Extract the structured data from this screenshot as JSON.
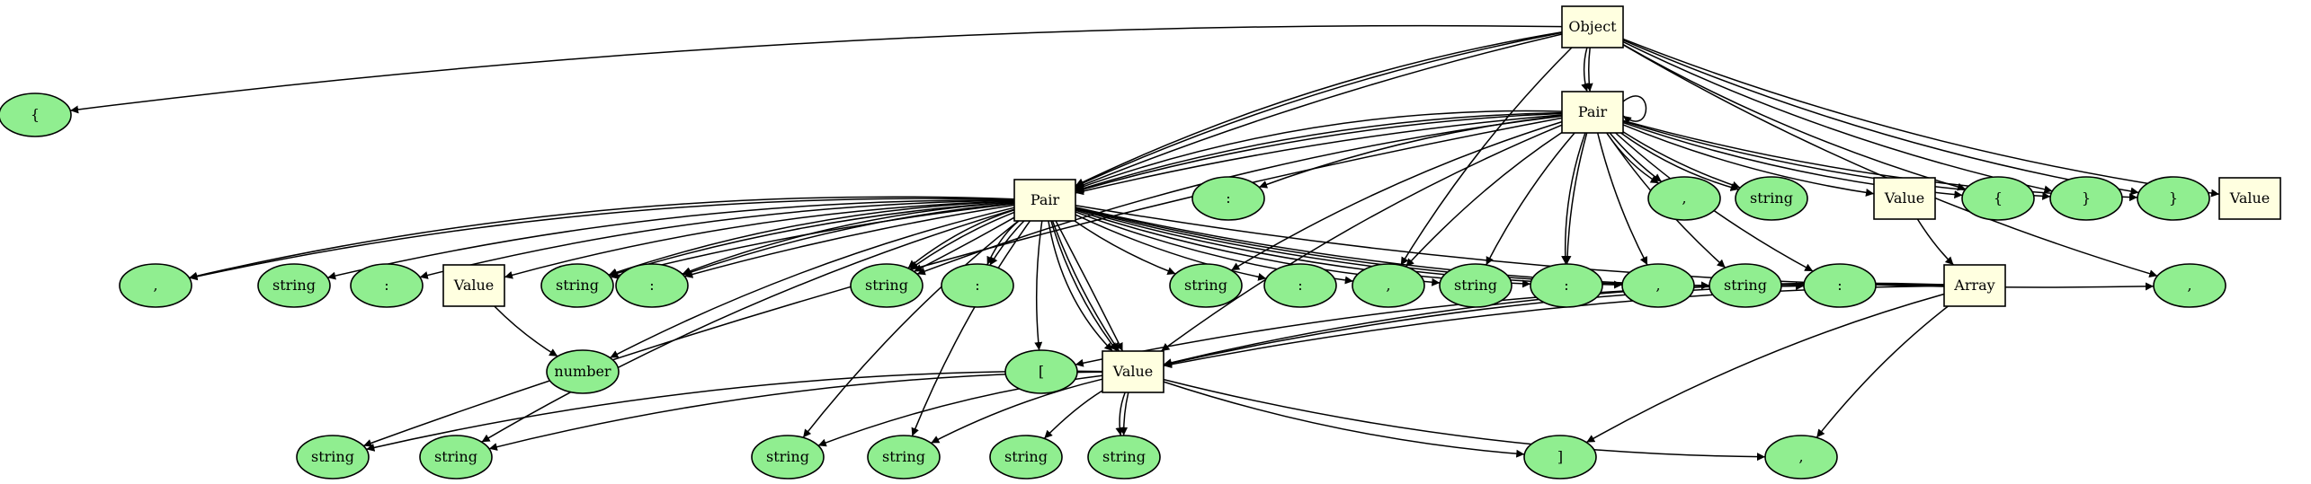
{
  "colors": {
    "nonterminal_fill": "#ffffe0",
    "terminal_fill": "#90ee90",
    "stroke": "#000000",
    "background": "#ffffff"
  },
  "nodes": [
    {
      "id": "object",
      "label": "Object",
      "shape": "box"
    },
    {
      "id": "brace-open-1",
      "label": "{",
      "shape": "ellipse"
    },
    {
      "id": "pair-top",
      "label": "Pair",
      "shape": "box"
    },
    {
      "id": "pair-mid",
      "label": "Pair",
      "shape": "box"
    },
    {
      "id": "colon-a",
      "label": ":",
      "shape": "ellipse"
    },
    {
      "id": "comma-a",
      "label": ",",
      "shape": "ellipse"
    },
    {
      "id": "string-a",
      "label": "string",
      "shape": "ellipse"
    },
    {
      "id": "value-top",
      "label": "Value",
      "shape": "box"
    },
    {
      "id": "brace-open-2",
      "label": "{",
      "shape": "ellipse"
    },
    {
      "id": "brace-close-1",
      "label": "}",
      "shape": "ellipse"
    },
    {
      "id": "brace-close-2",
      "label": "}",
      "shape": "ellipse"
    },
    {
      "id": "value-right",
      "label": "Value",
      "shape": "box"
    },
    {
      "id": "comma-b",
      "label": ",",
      "shape": "ellipse"
    },
    {
      "id": "string-b",
      "label": "string",
      "shape": "ellipse"
    },
    {
      "id": "colon-b",
      "label": ":",
      "shape": "ellipse"
    },
    {
      "id": "value-left",
      "label": "Value",
      "shape": "box"
    },
    {
      "id": "string-c",
      "label": "string",
      "shape": "ellipse"
    },
    {
      "id": "colon-c",
      "label": ":",
      "shape": "ellipse"
    },
    {
      "id": "string-d",
      "label": "string",
      "shape": "ellipse"
    },
    {
      "id": "colon-d",
      "label": ":",
      "shape": "ellipse"
    },
    {
      "id": "string-e",
      "label": "string",
      "shape": "ellipse"
    },
    {
      "id": "colon-e",
      "label": ":",
      "shape": "ellipse"
    },
    {
      "id": "comma-c",
      "label": ",",
      "shape": "ellipse"
    },
    {
      "id": "string-f",
      "label": "string",
      "shape": "ellipse"
    },
    {
      "id": "colon-f",
      "label": ":",
      "shape": "ellipse"
    },
    {
      "id": "comma-d",
      "label": ",",
      "shape": "ellipse"
    },
    {
      "id": "string-g",
      "label": "string",
      "shape": "ellipse"
    },
    {
      "id": "colon-g",
      "label": ":",
      "shape": "ellipse"
    },
    {
      "id": "array",
      "label": "Array",
      "shape": "box"
    },
    {
      "id": "comma-e",
      "label": ",",
      "shape": "ellipse"
    },
    {
      "id": "number",
      "label": "number",
      "shape": "ellipse"
    },
    {
      "id": "bracket-open",
      "label": "[",
      "shape": "ellipse"
    },
    {
      "id": "value-bottom",
      "label": "Value",
      "shape": "box"
    },
    {
      "id": "string-h",
      "label": "string",
      "shape": "ellipse"
    },
    {
      "id": "string-i",
      "label": "string",
      "shape": "ellipse"
    },
    {
      "id": "string-j",
      "label": "string",
      "shape": "ellipse"
    },
    {
      "id": "string-k",
      "label": "string",
      "shape": "ellipse"
    },
    {
      "id": "string-l",
      "label": "string",
      "shape": "ellipse"
    },
    {
      "id": "string-m",
      "label": "string",
      "shape": "ellipse"
    },
    {
      "id": "bracket-close",
      "label": "]",
      "shape": "ellipse"
    },
    {
      "id": "comma-f",
      "label": ",",
      "shape": "ellipse"
    }
  ],
  "edges": [
    [
      "object",
      "brace-open-1"
    ],
    [
      "object",
      "pair-top"
    ],
    [
      "object",
      "pair-top"
    ],
    [
      "object",
      "pair-mid"
    ],
    [
      "object",
      "pair-mid"
    ],
    [
      "object",
      "pair-mid"
    ],
    [
      "object",
      "comma-c"
    ],
    [
      "object",
      "comma-e"
    ],
    [
      "object",
      "brace-close-1"
    ],
    [
      "object",
      "brace-close-2"
    ],
    [
      "object",
      "brace-open-2"
    ],
    [
      "object",
      "value-right"
    ],
    [
      "pair-top",
      "pair-top"
    ],
    [
      "pair-top",
      "colon-a"
    ],
    [
      "pair-top",
      "comma-a"
    ],
    [
      "pair-top",
      "comma-a"
    ],
    [
      "pair-top",
      "string-a"
    ],
    [
      "pair-top",
      "string-a"
    ],
    [
      "pair-top",
      "value-top"
    ],
    [
      "pair-top",
      "brace-open-2"
    ],
    [
      "pair-top",
      "brace-close-1"
    ],
    [
      "pair-top",
      "brace-close-2"
    ],
    [
      "pair-top",
      "pair-mid"
    ],
    [
      "pair-top",
      "pair-mid"
    ],
    [
      "pair-top",
      "pair-mid"
    ],
    [
      "pair-top",
      "pair-mid"
    ],
    [
      "pair-top",
      "comma-d"
    ],
    [
      "pair-top",
      "comma-c"
    ],
    [
      "pair-top",
      "string-d"
    ],
    [
      "pair-top",
      "string-e"
    ],
    [
      "pair-top",
      "colon-f"
    ],
    [
      "pair-top",
      "colon-f"
    ],
    [
      "pair-top",
      "string-f"
    ],
    [
      "pair-top",
      "string-g"
    ],
    [
      "pair-top",
      "colon-g"
    ],
    [
      "pair-top",
      "value-bottom"
    ],
    [
      "pair-top",
      "string-h"
    ],
    [
      "value-top",
      "array"
    ],
    [
      "array",
      "value-bottom"
    ],
    [
      "array",
      "value-bottom"
    ],
    [
      "array",
      "value-bottom"
    ],
    [
      "array",
      "bracket-open"
    ],
    [
      "array",
      "bracket-close"
    ],
    [
      "array",
      "comma-f"
    ],
    [
      "pair-mid",
      "comma-b"
    ],
    [
      "pair-mid",
      "comma-b"
    ],
    [
      "pair-mid",
      "string-b"
    ],
    [
      "pair-mid",
      "colon-b"
    ],
    [
      "pair-mid",
      "value-left"
    ],
    [
      "pair-mid",
      "string-c"
    ],
    [
      "pair-mid",
      "string-c"
    ],
    [
      "pair-mid",
      "string-c"
    ],
    [
      "pair-mid",
      "colon-c"
    ],
    [
      "pair-mid",
      "colon-c"
    ],
    [
      "pair-mid",
      "colon-c"
    ],
    [
      "pair-mid",
      "number"
    ],
    [
      "pair-mid",
      "string-d"
    ],
    [
      "pair-mid",
      "string-d"
    ],
    [
      "pair-mid",
      "string-d"
    ],
    [
      "pair-mid",
      "colon-d"
    ],
    [
      "pair-mid",
      "colon-d"
    ],
    [
      "pair-mid",
      "string-e"
    ],
    [
      "pair-mid",
      "colon-e"
    ],
    [
      "pair-mid",
      "comma-c"
    ],
    [
      "pair-mid",
      "string-f"
    ],
    [
      "pair-mid",
      "colon-f"
    ],
    [
      "pair-mid",
      "comma-d"
    ],
    [
      "pair-mid",
      "string-g"
    ],
    [
      "pair-mid",
      "colon-g"
    ],
    [
      "pair-mid",
      "comma-e"
    ],
    [
      "pair-mid",
      "bracket-open"
    ],
    [
      "pair-mid",
      "value-bottom"
    ],
    [
      "pair-mid",
      "value-bottom"
    ],
    [
      "pair-mid",
      "value-bottom"
    ],
    [
      "pair-mid",
      "value-bottom"
    ],
    [
      "pair-mid",
      "string-i"
    ],
    [
      "pair-mid",
      "string-j"
    ],
    [
      "pair-mid",
      "string-k"
    ],
    [
      "value-left",
      "number"
    ],
    [
      "value-bottom",
      "string-h"
    ],
    [
      "value-bottom",
      "string-i"
    ],
    [
      "value-bottom",
      "string-j"
    ],
    [
      "value-bottom",
      "string-k"
    ],
    [
      "value-bottom",
      "string-l"
    ],
    [
      "value-bottom",
      "string-m"
    ],
    [
      "value-bottom",
      "string-m"
    ],
    [
      "value-bottom",
      "bracket-close"
    ],
    [
      "value-bottom",
      "comma-f"
    ]
  ]
}
